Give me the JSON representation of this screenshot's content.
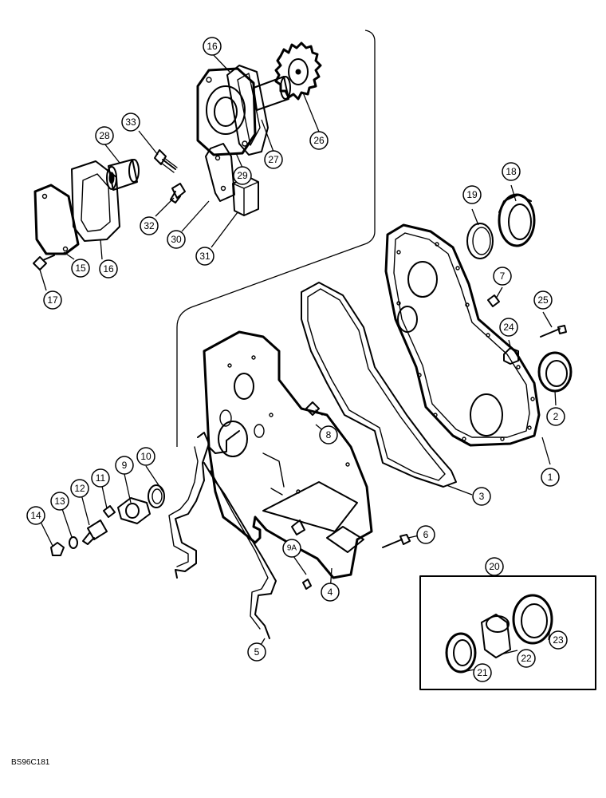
{
  "diagram": {
    "reference_code": "BS96C181",
    "callouts": [
      {
        "id": "c16a",
        "label": "16"
      },
      {
        "id": "c26",
        "label": "26"
      },
      {
        "id": "c27",
        "label": "27"
      },
      {
        "id": "c29",
        "label": "29"
      },
      {
        "id": "c33",
        "label": "33"
      },
      {
        "id": "c28",
        "label": "28"
      },
      {
        "id": "c32",
        "label": "32"
      },
      {
        "id": "c30",
        "label": "30"
      },
      {
        "id": "c31",
        "label": "31"
      },
      {
        "id": "c16b",
        "label": "16"
      },
      {
        "id": "c15",
        "label": "15"
      },
      {
        "id": "c17",
        "label": "17"
      },
      {
        "id": "c18",
        "label": "18"
      },
      {
        "id": "c19",
        "label": "19"
      },
      {
        "id": "c7",
        "label": "7"
      },
      {
        "id": "c25",
        "label": "25"
      },
      {
        "id": "c24",
        "label": "24"
      },
      {
        "id": "c2",
        "label": "2"
      },
      {
        "id": "c1",
        "label": "1"
      },
      {
        "id": "c8",
        "label": "8"
      },
      {
        "id": "c3",
        "label": "3"
      },
      {
        "id": "c6",
        "label": "6"
      },
      {
        "id": "c4",
        "label": "4"
      },
      {
        "id": "c9a",
        "label": "9A"
      },
      {
        "id": "c5",
        "label": "5"
      },
      {
        "id": "c10",
        "label": "10"
      },
      {
        "id": "c9",
        "label": "9"
      },
      {
        "id": "c11",
        "label": "11"
      },
      {
        "id": "c12",
        "label": "12"
      },
      {
        "id": "c13",
        "label": "13"
      },
      {
        "id": "c14",
        "label": "14"
      },
      {
        "id": "c20",
        "label": "20"
      },
      {
        "id": "c21",
        "label": "21"
      },
      {
        "id": "c22",
        "label": "22"
      },
      {
        "id": "c23",
        "label": "23"
      }
    ]
  }
}
